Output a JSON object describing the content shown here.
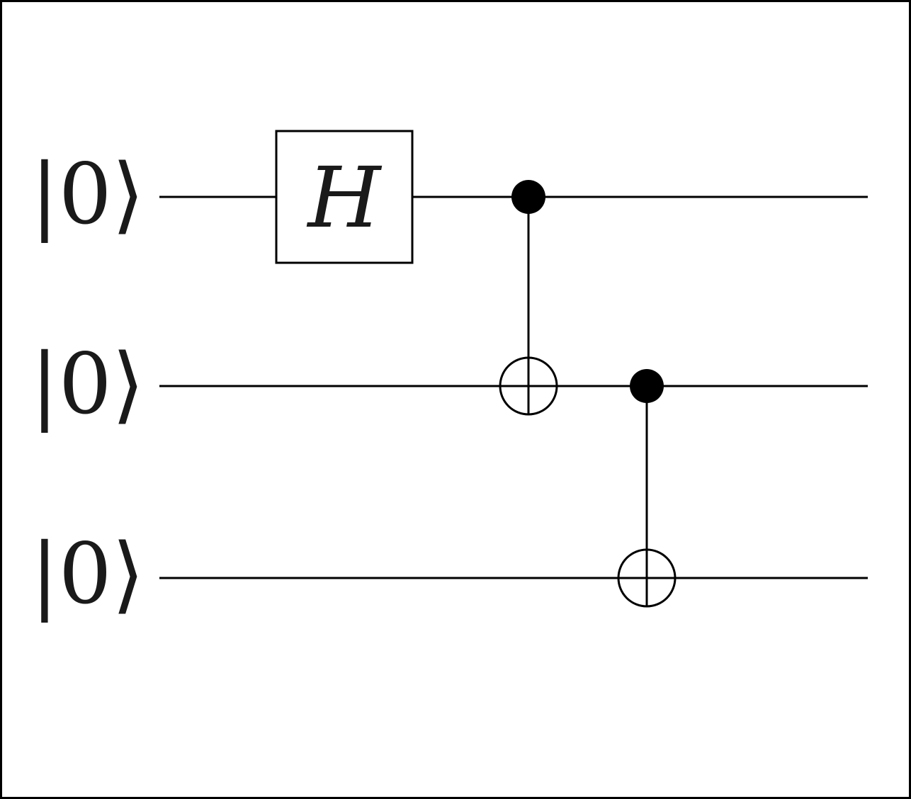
{
  "circuit": {
    "qubits": [
      {
        "label": "|0⟩"
      },
      {
        "label": "|0⟩"
      },
      {
        "label": "|0⟩"
      }
    ],
    "gates": [
      {
        "type": "single",
        "label": "H",
        "target": 0
      },
      {
        "type": "cnot",
        "control": 0,
        "target": 1
      },
      {
        "type": "cnot",
        "control": 1,
        "target": 2
      }
    ]
  }
}
